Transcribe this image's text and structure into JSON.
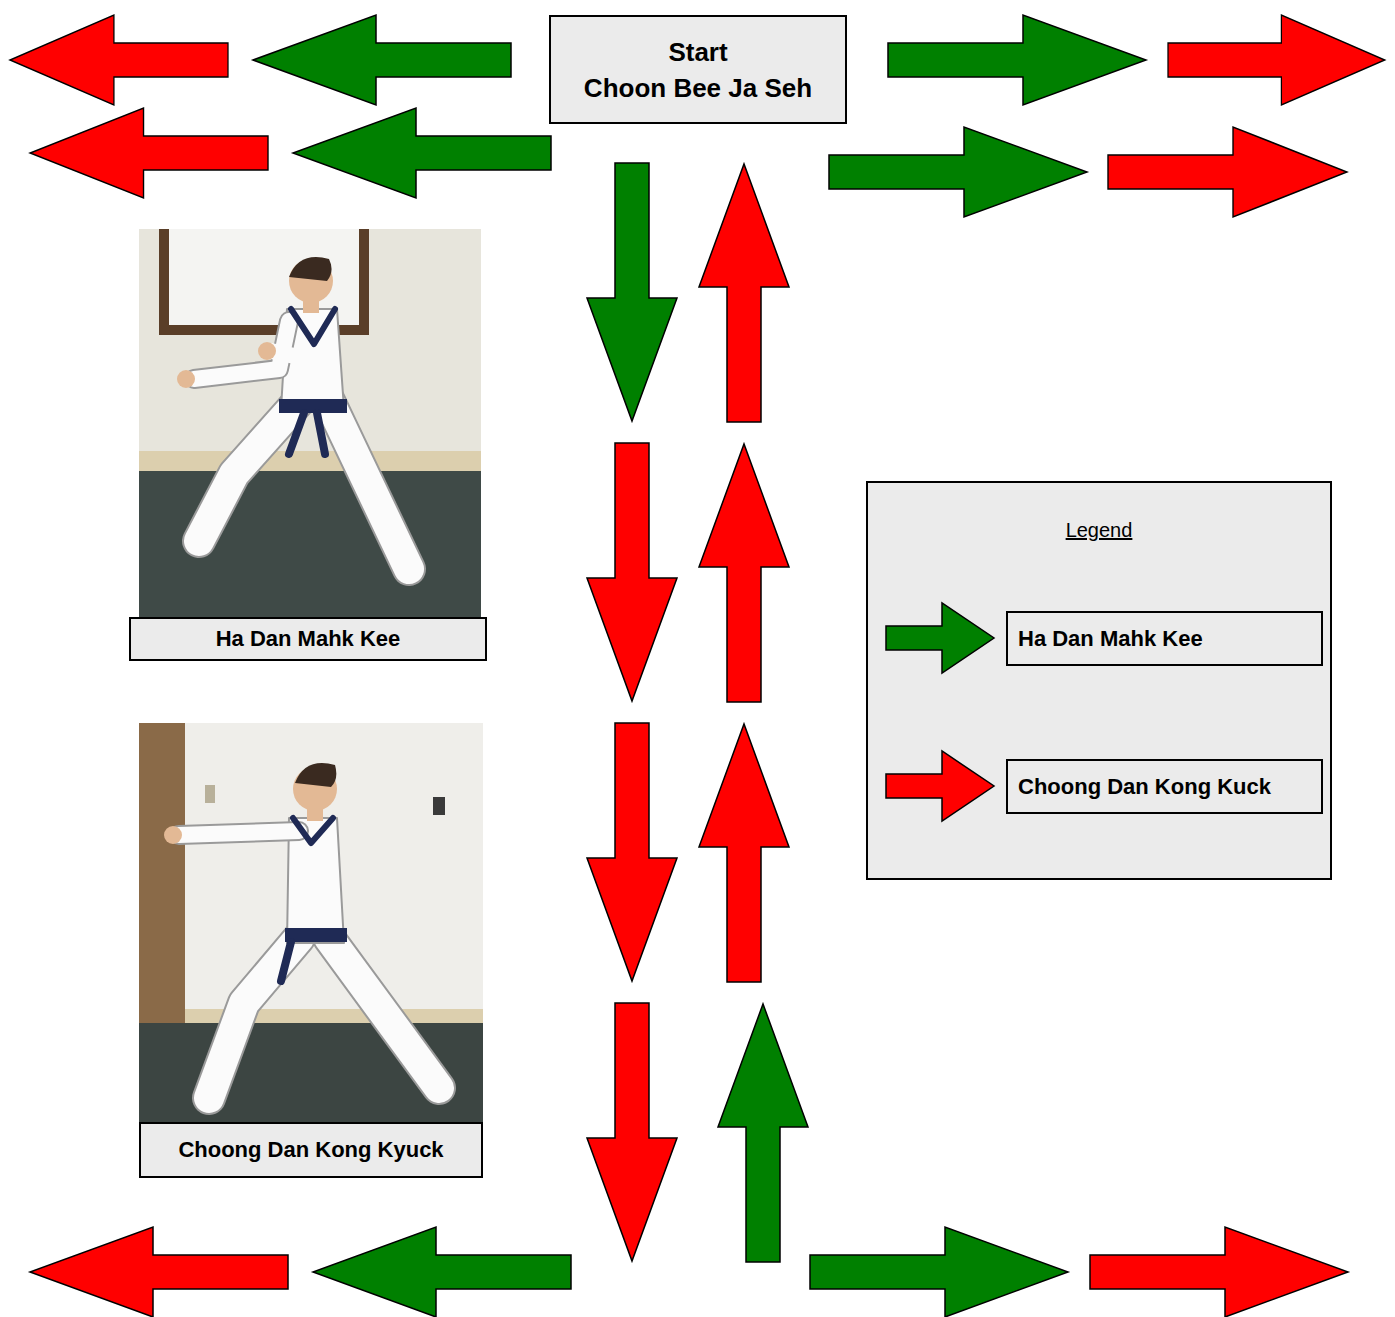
{
  "diagram": {
    "nodes": [
      {
        "text": [
          "Start",
          "Choon Bee Ja Seh"
        ]
      },
      {
        "text": [
          "Ha Dan Mahk Kee"
        ]
      },
      {
        "text": [
          "Legend"
        ]
      },
      {
        "text": [
          "Choong Dan Kong Kyuck"
        ]
      }
    ],
    "legend": [
      {
        "text": "Ha Dan Mahk Kee",
        "color": "#008000"
      },
      {
        "text": "Choong Dan Kong Kuck",
        "color": "#ff0000"
      }
    ]
  }
}
